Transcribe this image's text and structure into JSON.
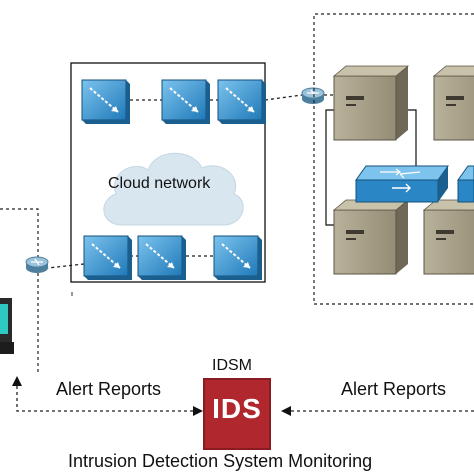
{
  "diagram": {
    "cloud_label": "Cloud network",
    "idsm_label": "IDSM",
    "ids_box_text": "IDS",
    "alert_left": "Alert Reports",
    "alert_right": "Alert Reports",
    "footer_caption": "Intrusion Detection System Monitoring"
  },
  "colors": {
    "switch_blue": "#3a9ad9",
    "ids_red": "#b0282e",
    "server_tan": "#a69f88",
    "cloud_fill": "#d7e6ef",
    "router_blue": "#7aa7c4"
  },
  "icons": [
    "atm-switch-icon",
    "cloud-icon",
    "router-icon",
    "server-icon",
    "workgroup-switch-icon",
    "workstation-icon",
    "ids-appliance-icon"
  ]
}
